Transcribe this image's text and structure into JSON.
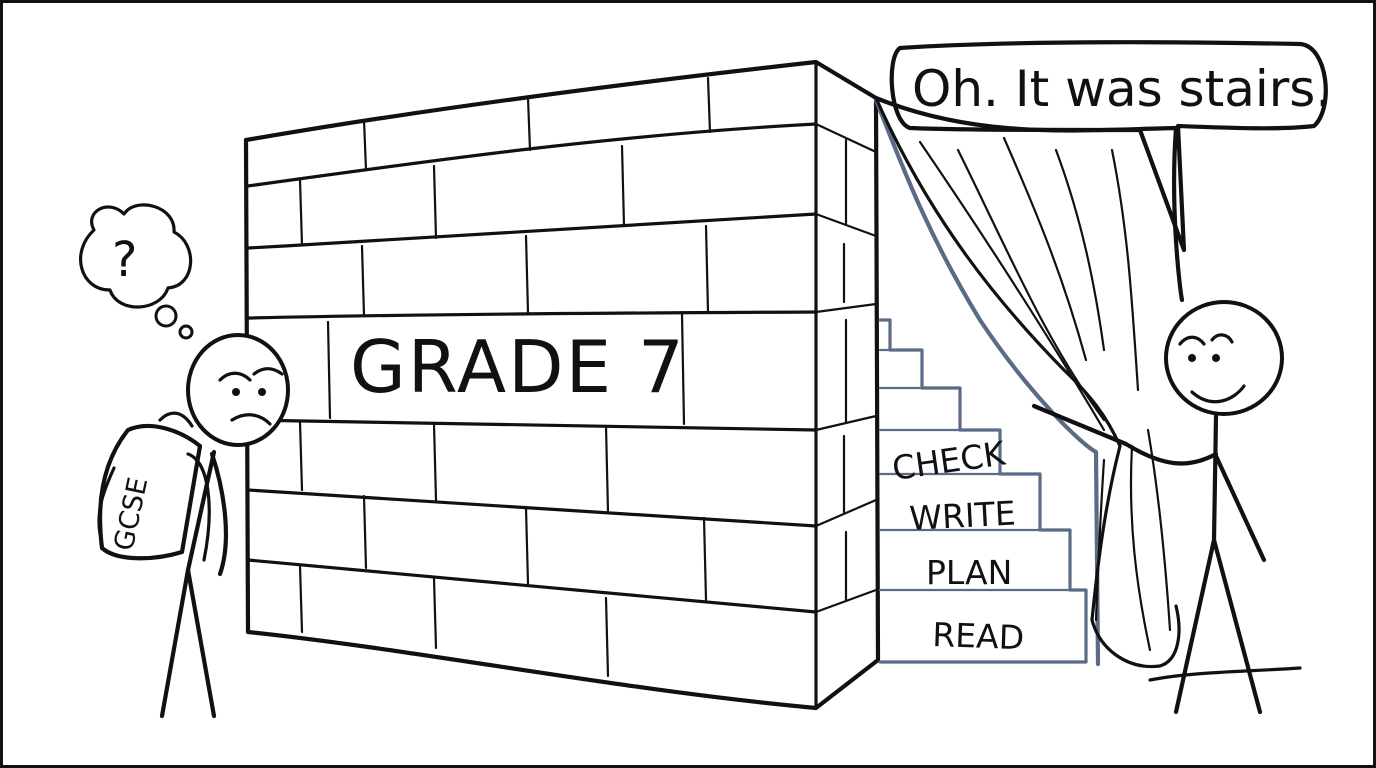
{
  "comic": {
    "speech_bubble_text": "Oh. It was stairs.",
    "wall_sign_text": "GRADE 7",
    "backpack_label_text": "GCSE",
    "thought_symbol_text": "?",
    "stairs": {
      "step_1_label": "READ",
      "step_2_label": "PLAN",
      "step_3_label": "WRITE",
      "step_4_label": "CHECK"
    },
    "colors": {
      "ink": "#111111",
      "stair_outline": "#5a6b86",
      "background": "#ffffff"
    }
  }
}
